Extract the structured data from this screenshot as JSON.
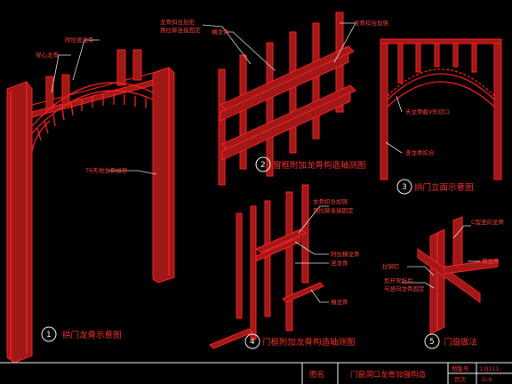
{
  "labels": {
    "fig1_attach_stud": "附加竖龙骨",
    "fig1_arc_stud": "穿心龙骨",
    "fig1_track": "T8天地龙骨加密",
    "fig2_stud_buckle": "龙骨扣合加密",
    "fig2_rivet_fix": "用拉铆连接固定",
    "fig2_horizontal": "横龙骨",
    "fig2_buckle_dense": "龙骨扣合加强",
    "fig3_v_cut": "天龙骨截V形切口",
    "fig3_vertical_buckle": "竖龙骨扣合",
    "fig4_buckle": "龙骨扣合加强",
    "fig4_rivet": "用拉铆连接固定",
    "fig4_attach_horizontal": "附加横龙骨",
    "fig4_vertical": "竖龙骨",
    "fig4_horizontal": "横龙骨",
    "fig5_c_stud": "C型竖向龙骨",
    "fig5_horizontal": "横龙骨",
    "fig5_rivet_nail": "拉铆钉",
    "fig5_cut_bend": "剪开弯折后",
    "fig5_rivet_fix": "与竖向龙骨固定"
  },
  "captions": {
    "c1": {
      "num": "1",
      "text": "拱门龙骨示意图"
    },
    "c2": {
      "num": "2",
      "text": "窗框附加龙骨构造轴测图"
    },
    "c3": {
      "num": "3",
      "text": "拱门立面示意图"
    },
    "c4": {
      "num": "4",
      "text": "门框附加龙骨构造轴测图"
    },
    "c5": {
      "num": "5",
      "text": "门扇做法"
    }
  },
  "title_block": {
    "name_label": "图名",
    "name_value": "门窗洞口龙骨加强构造",
    "code_label": "图集号",
    "code_value": "13J111-",
    "page_label": "页次",
    "page_value": "G-6"
  }
}
